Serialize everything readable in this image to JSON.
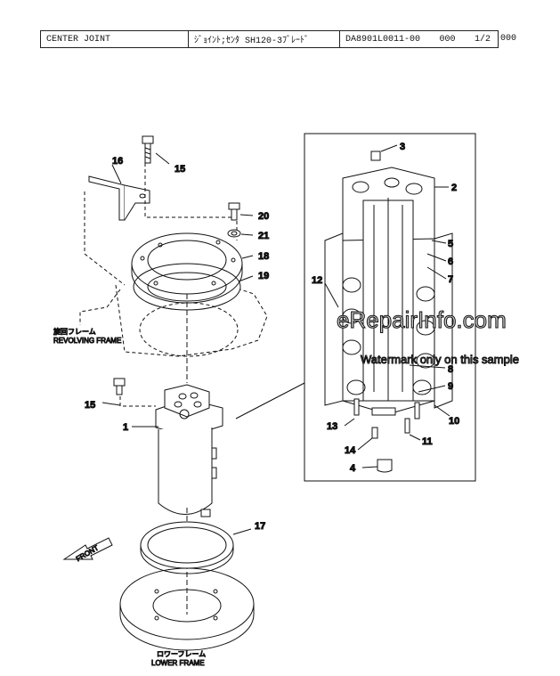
{
  "header": {
    "title": "CENTER JOINT",
    "jp_title": "ｼﾞｮｲﾝﾄ;ｾﾝﾀ SH120-3ﾌﾞﾚｰﾄﾞ",
    "part_no": "DA8901L0011-00",
    "code": "000",
    "page": "1/2",
    "tail": "000"
  },
  "labels": {
    "p1": "1",
    "p2": "2",
    "p3": "3",
    "p4": "4",
    "p5": "5",
    "p6": "6",
    "p7": "7",
    "p8": "8",
    "p9": "9",
    "p10": "10",
    "p11": "11",
    "p12": "12",
    "p13": "13",
    "p14": "14",
    "p15a": "15",
    "p15b": "15",
    "p16": "16",
    "p17": "17",
    "p18": "18",
    "p19": "19",
    "p20": "20",
    "p21": "21"
  },
  "frames": {
    "revolving_jp": "旋回フレーム",
    "revolving_en": "REVOLVING FRAME",
    "lower_jp": "ロワーフレーム",
    "lower_en": "LOWER FRAME",
    "front": "FRONT"
  },
  "watermark": {
    "main": "eRepairInfo.com",
    "sub": "Watermark only on this sample"
  }
}
